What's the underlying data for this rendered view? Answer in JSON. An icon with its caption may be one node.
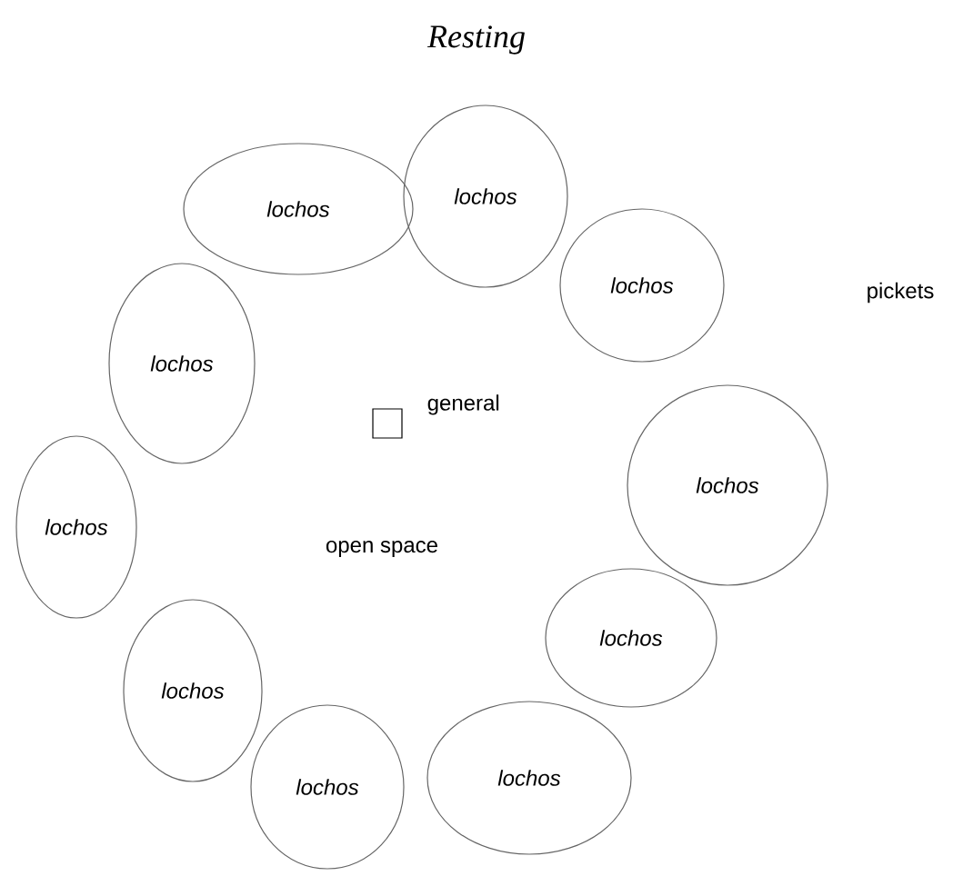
{
  "diagram": {
    "title": "Resting",
    "nodes": [
      {
        "text": [
          "lochos"
        ]
      },
      {
        "text": [
          "lochos"
        ]
      },
      {
        "text": [
          "lochos"
        ]
      },
      {
        "text": [
          "lochos"
        ]
      },
      {
        "text": [
          "lochos"
        ]
      },
      {
        "text": [
          "lochos"
        ]
      },
      {
        "text": [
          "lochos"
        ]
      },
      {
        "text": [
          "lochos"
        ]
      },
      {
        "text": [
          "lochos"
        ]
      },
      {
        "text": [
          "lochos"
        ]
      },
      {
        "text": [],
        "shape": "box",
        "beside": [
          "general"
        ]
      }
    ],
    "labels": [
      "pickets",
      "open space"
    ]
  }
}
